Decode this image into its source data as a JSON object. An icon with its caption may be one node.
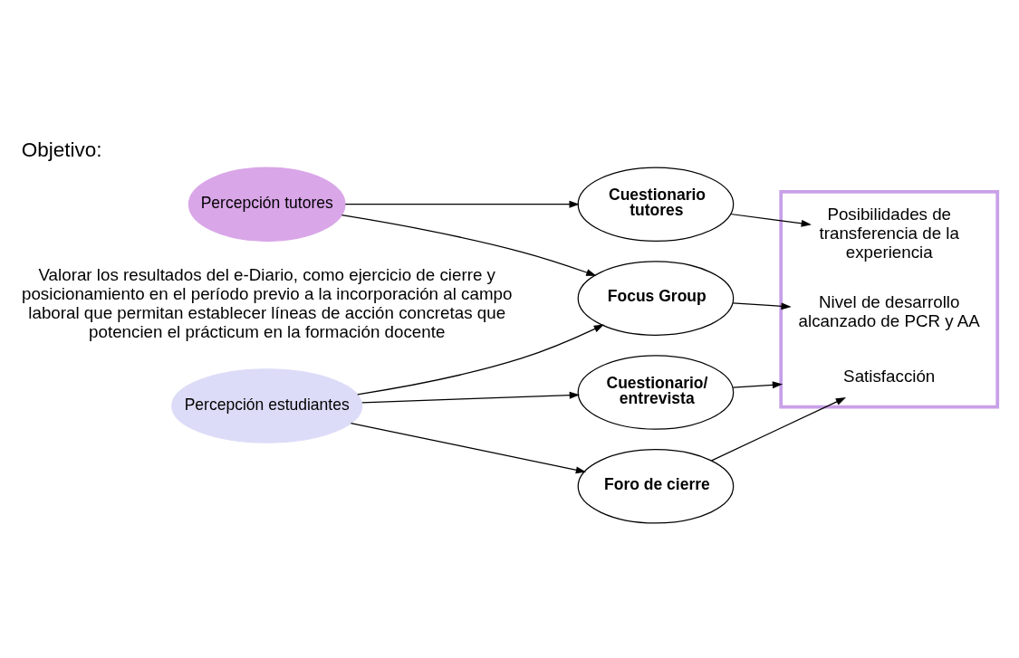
{
  "diagram": {
    "title": "Objetivo:",
    "nodes": [
      {
        "text": [
          "Percepción estudiantes"
        ]
      },
      {
        "text": [
          "Percepción tutores"
        ]
      },
      {
        "text": [
          "Foro de cierre"
        ]
      },
      {
        "text": [
          "Focus Group"
        ]
      },
      {
        "text": [
          "Cuestionario/ entrevista"
        ]
      },
      {
        "text": [
          "Cuestionario tutores"
        ]
      },
      {
        "text": [],
        "shape": "box"
      },
      {
        "text": [
          "Satisfacción"
        ],
        "in": 6
      },
      {
        "text": [
          "Nivel de desarrollo alcanzado de PCR y AA"
        ],
        "in": 6
      },
      {
        "text": [
          "Posibilidades de transferencia de la experiencia"
        ],
        "in": 6
      }
    ],
    "edges": [
      {
        "from": 0,
        "to": 2,
        "arrow": "to"
      },
      {
        "from": 0,
        "to": 3,
        "arrow": "to"
      },
      {
        "from": 0,
        "to": 4,
        "arrow": "to"
      },
      {
        "from": 1,
        "to": 3,
        "arrow": "to"
      },
      {
        "from": 1,
        "to": 5,
        "arrow": "to"
      },
      {
        "from": 2,
        "to": 7,
        "arrow": "to"
      },
      {
        "from": 3,
        "to": 8,
        "arrow": "to"
      },
      {
        "from": 4,
        "to": 6,
        "arrow": "to"
      },
      {
        "from": 5,
        "to": 9,
        "arrow": "to"
      }
    ],
    "labels": [
      "Valorar los resultados del e-Diario, como ejercicio de cierre y posicionamiento en el período previo a la incorporación al campo laboral que permitan establecer líneas de acción concretas que potencien el prácticum en la formación docente"
    ]
  }
}
